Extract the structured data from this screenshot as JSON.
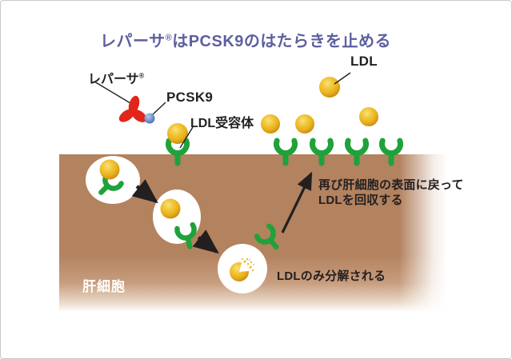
{
  "title": {
    "pre": "レパーサ",
    "reg": "®",
    "post": "はPCSK9のはたらきを止める"
  },
  "labels": {
    "repatha": {
      "text": "レパーサ",
      "reg": "®"
    },
    "pcsk9": "PCSK9",
    "ldl_receptor": "LDL受容体",
    "ldl": "LDL",
    "recycle_line1": "再び肝細胞の表面に戻って",
    "recycle_line2": "LDLを回収する",
    "degraded": "LDLのみ分解される",
    "liver_cell": "肝細胞"
  },
  "colors": {
    "title_text": "#5d5f9e",
    "body_text": "#231f20",
    "liver_cell_fill": "#b3825f",
    "receptor_green": "#1fa23a",
    "ldl_gold": "#e9b11c",
    "ldl_gold_light": "#f9e080",
    "ldl_gold_dark": "#bd7d0e",
    "antibody_red": "#e1251b",
    "pcsk9_blue": "#6f95cf",
    "arrow_black": "#231f20",
    "border_gray": "#c9c9c9",
    "liver_label_text": "#ffffff"
  }
}
